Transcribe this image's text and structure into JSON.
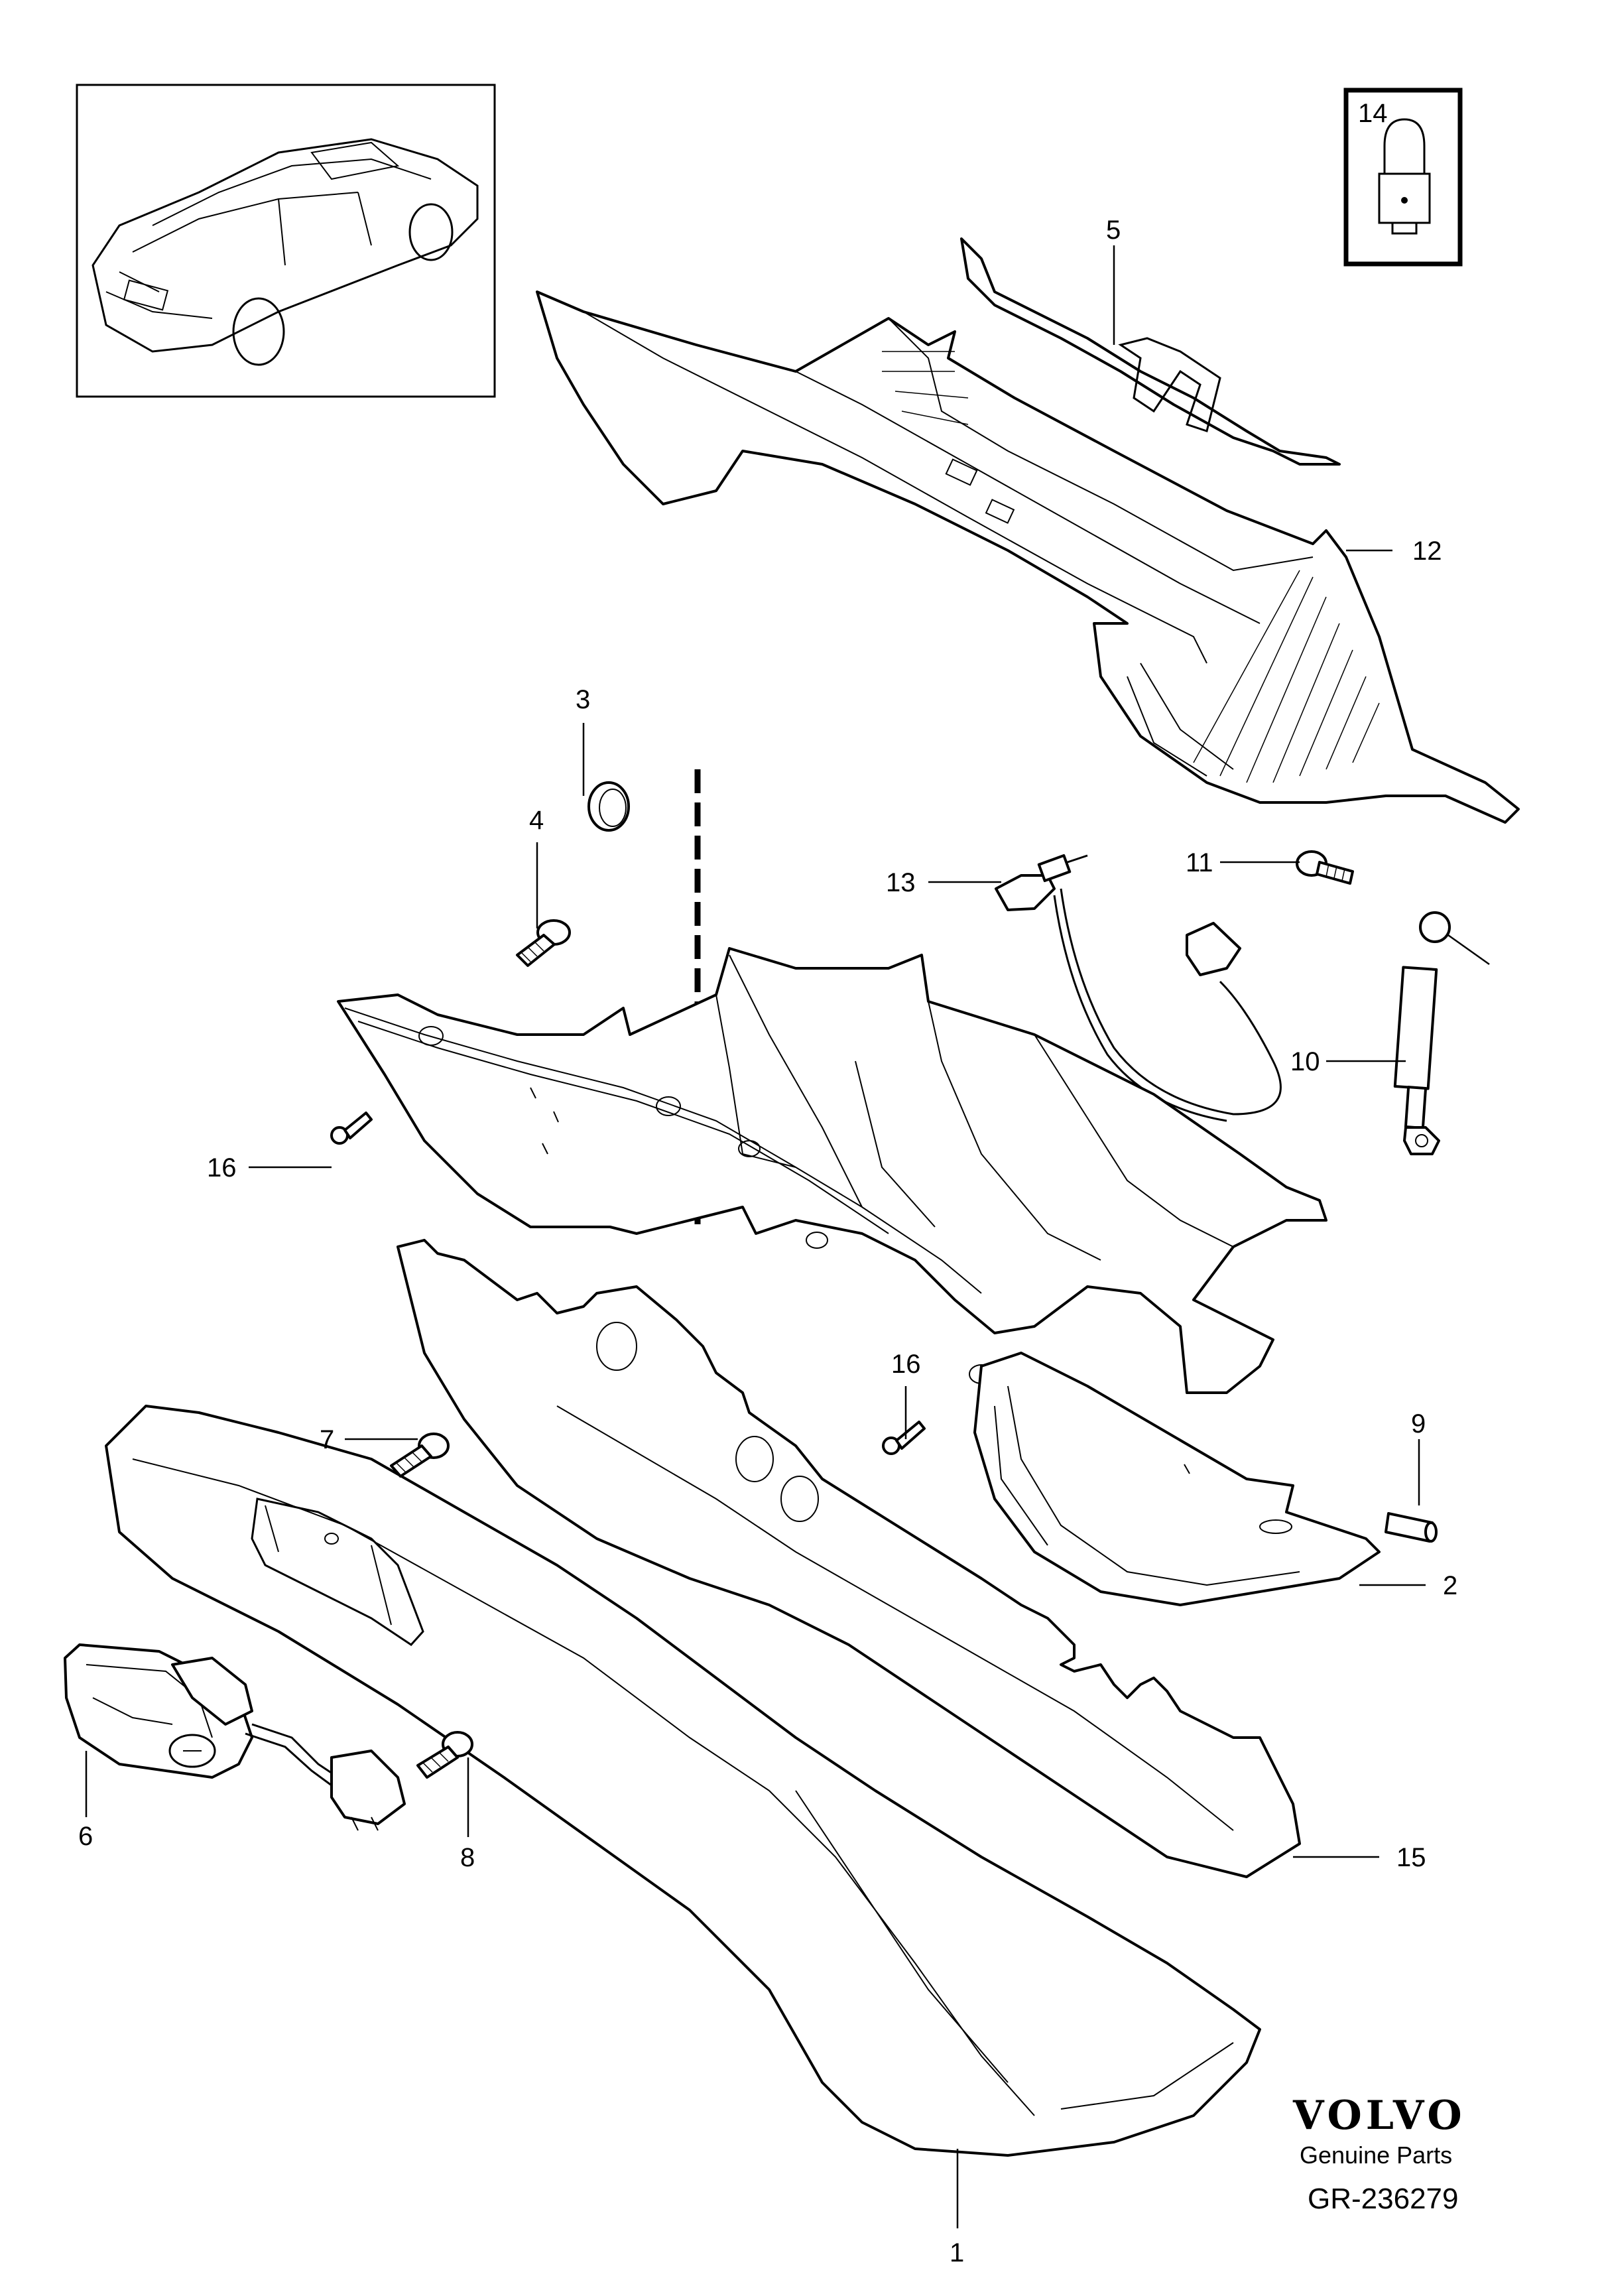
{
  "callouts": [
    {
      "id": "c1",
      "label": "1"
    },
    {
      "id": "c2",
      "label": "2"
    },
    {
      "id": "c3",
      "label": "3"
    },
    {
      "id": "c4",
      "label": "4"
    },
    {
      "id": "c5",
      "label": "5"
    },
    {
      "id": "c6",
      "label": "6"
    },
    {
      "id": "c7",
      "label": "7"
    },
    {
      "id": "c8",
      "label": "8"
    },
    {
      "id": "c9",
      "label": "9"
    },
    {
      "id": "c10",
      "label": "10"
    },
    {
      "id": "c11",
      "label": "11"
    },
    {
      "id": "c12",
      "label": "12"
    },
    {
      "id": "c13",
      "label": "13"
    },
    {
      "id": "c14",
      "label": "14"
    },
    {
      "id": "c15",
      "label": "15"
    },
    {
      "id": "c16a",
      "label": "16"
    },
    {
      "id": "c16b",
      "label": "16"
    }
  ],
  "brand": {
    "logo": "VOLVO",
    "tagline": "Genuine Parts"
  },
  "drawing_code": "GR-236279"
}
